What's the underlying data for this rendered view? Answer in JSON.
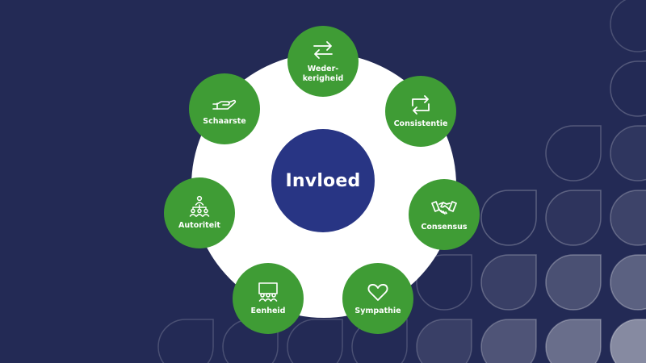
{
  "colors": {
    "background": "#232a55",
    "ring": "#ffffff",
    "center": "#283584",
    "node": "#3f9c35",
    "text": "#ffffff"
  },
  "center": {
    "label": "Invloed"
  },
  "nodes": [
    {
      "label": "Weder-\nkerigheid",
      "icon": "two-way-arrows-icon"
    },
    {
      "label": "Consistentie",
      "icon": "repeat-arrows-icon"
    },
    {
      "label": "Consensus",
      "icon": "handshake-icon"
    },
    {
      "label": "Sympathie",
      "icon": "heart-icon"
    },
    {
      "label": "Eenheid",
      "icon": "group-icon"
    },
    {
      "label": "Autoriteit",
      "icon": "hierarchy-people-icon"
    },
    {
      "label": "Schaarste",
      "icon": "hand-icon"
    }
  ]
}
